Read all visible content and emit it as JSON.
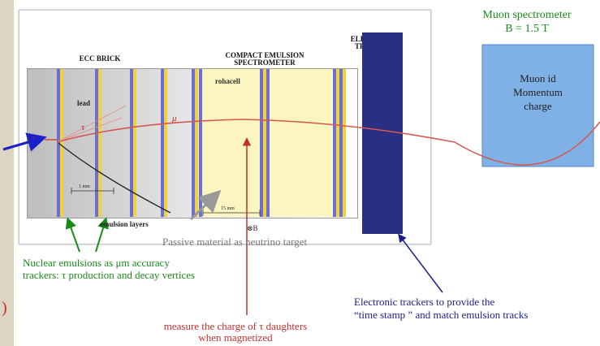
{
  "headers": {
    "ecc_brick": "ECC BRICK",
    "compact_spectrometer": "COMPACT EMULSION SPECTROMETER",
    "electronic_trackers": "ELECTRONIC TRACKERS"
  },
  "inner_labels": {
    "rohacell": "rohacell",
    "lead": "lead",
    "tau": "τ",
    "tau_small": "τ",
    "mu": "μ",
    "scale_1mm": "1 mm",
    "scale_15mm": "15 mm",
    "b_field": "⊗B",
    "emulsion_layers": "emulsion layers"
  },
  "muon": {
    "title": "Muon spectrometer",
    "field": "B = 1.5 T",
    "box_lines": [
      "Muon id",
      "Momentum",
      "charge"
    ]
  },
  "annotations": {
    "passive": "Passive material as neutrino target",
    "nuclear": [
      "Nuclear emulsions as μm accuracy",
      "trackers: τ production and decay vertices"
    ],
    "electronic": [
      "Electronic trackers to provide the",
      "“time stamp ” and match emulsion tracks"
    ],
    "charge": [
      "measure the charge of τ daughters",
      "when magnetized"
    ],
    "left_fragment": ")"
  },
  "colors": {
    "green_text": "#1a8a1a",
    "red_text": "#c0302e",
    "muon_box": "#7fb0e6",
    "tracker": "#2a2f82",
    "emulsion_yellow": "#f2d23a",
    "emulsion_blue": "#6b6fd4",
    "rohacell": "#fbf6c0"
  }
}
